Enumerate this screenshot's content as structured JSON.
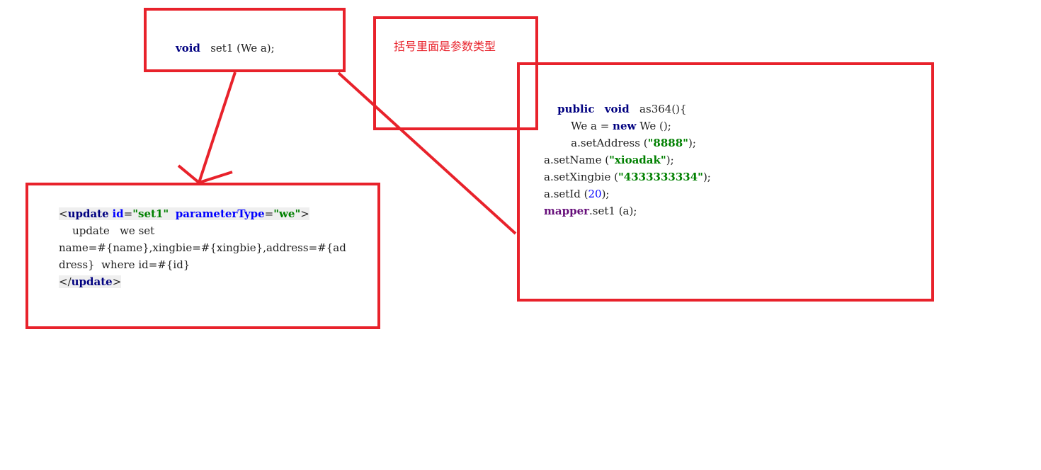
{
  "signature": {
    "keyword": "void",
    "text": "set1 (We a);"
  },
  "note": {
    "text": "括号里面是参数类型"
  },
  "java": {
    "line1": {
      "kw1": "public",
      "kw2": "void",
      "name": "as364(){"
    },
    "line2": {
      "pre": "We a = ",
      "kw": "new",
      "post": " We ();"
    },
    "line3": {
      "pre": "a.setAddress (",
      "str": "\"8888\"",
      "post": ");"
    },
    "line4": {
      "pre": "a.setName (",
      "str": "\"xioadak\"",
      "post": ");"
    },
    "line5": {
      "pre": "a.setXingbie (",
      "str": "\"4333333334\"",
      "post": ");"
    },
    "line6": {
      "pre": "a.setId (",
      "num": "20",
      "post": ");"
    },
    "line7": {
      "field": "mapper",
      "post": ".set1 (a);"
    }
  },
  "xml": {
    "open_lt": "<",
    "open_tag": "update",
    "attr1_name": "id",
    "attr1_eq": "=",
    "attr1_val": "\"set1\"",
    "attr2_name": "parameterType",
    "attr2_eq": "=",
    "attr2_val": "\"we\"",
    "open_gt": ">",
    "body1": "    update   we set",
    "body2": "name=#{name},xingbie=#{xingbie},address=#{ad",
    "body3": "dress}  where id=#{id}",
    "close_lt": "</",
    "close_tag": "update",
    "close_gt": ">"
  },
  "colors": {
    "annotation_red": "#e8222b",
    "keyword": "#000080",
    "string": "#008000",
    "number": "#0000ff",
    "field": "#660e7a"
  }
}
